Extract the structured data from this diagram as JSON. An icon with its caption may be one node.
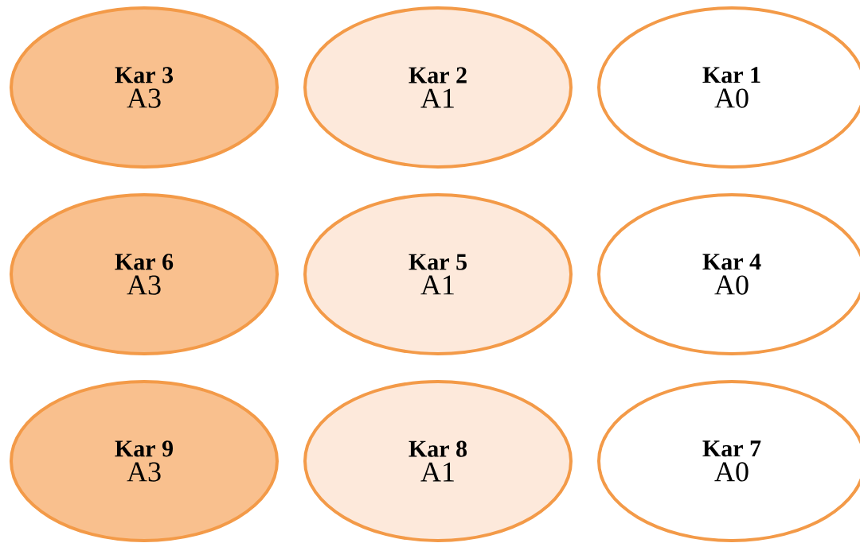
{
  "diagram": {
    "nodes": [
      {
        "text": [
          "Kar 3",
          "A3"
        ]
      },
      {
        "text": [
          "Kar 2",
          "A1"
        ]
      },
      {
        "text": [
          "Kar 1",
          "A0"
        ]
      },
      {
        "text": [
          "Kar 6",
          "A3"
        ]
      },
      {
        "text": [
          "Kar 5",
          "A1"
        ]
      },
      {
        "text": [
          "Kar 4",
          "A0"
        ]
      },
      {
        "text": [
          "Kar 9",
          "A3"
        ]
      },
      {
        "text": [
          "Kar 8",
          "A1"
        ]
      },
      {
        "text": [
          "Kar 7",
          "A0"
        ]
      }
    ]
  }
}
